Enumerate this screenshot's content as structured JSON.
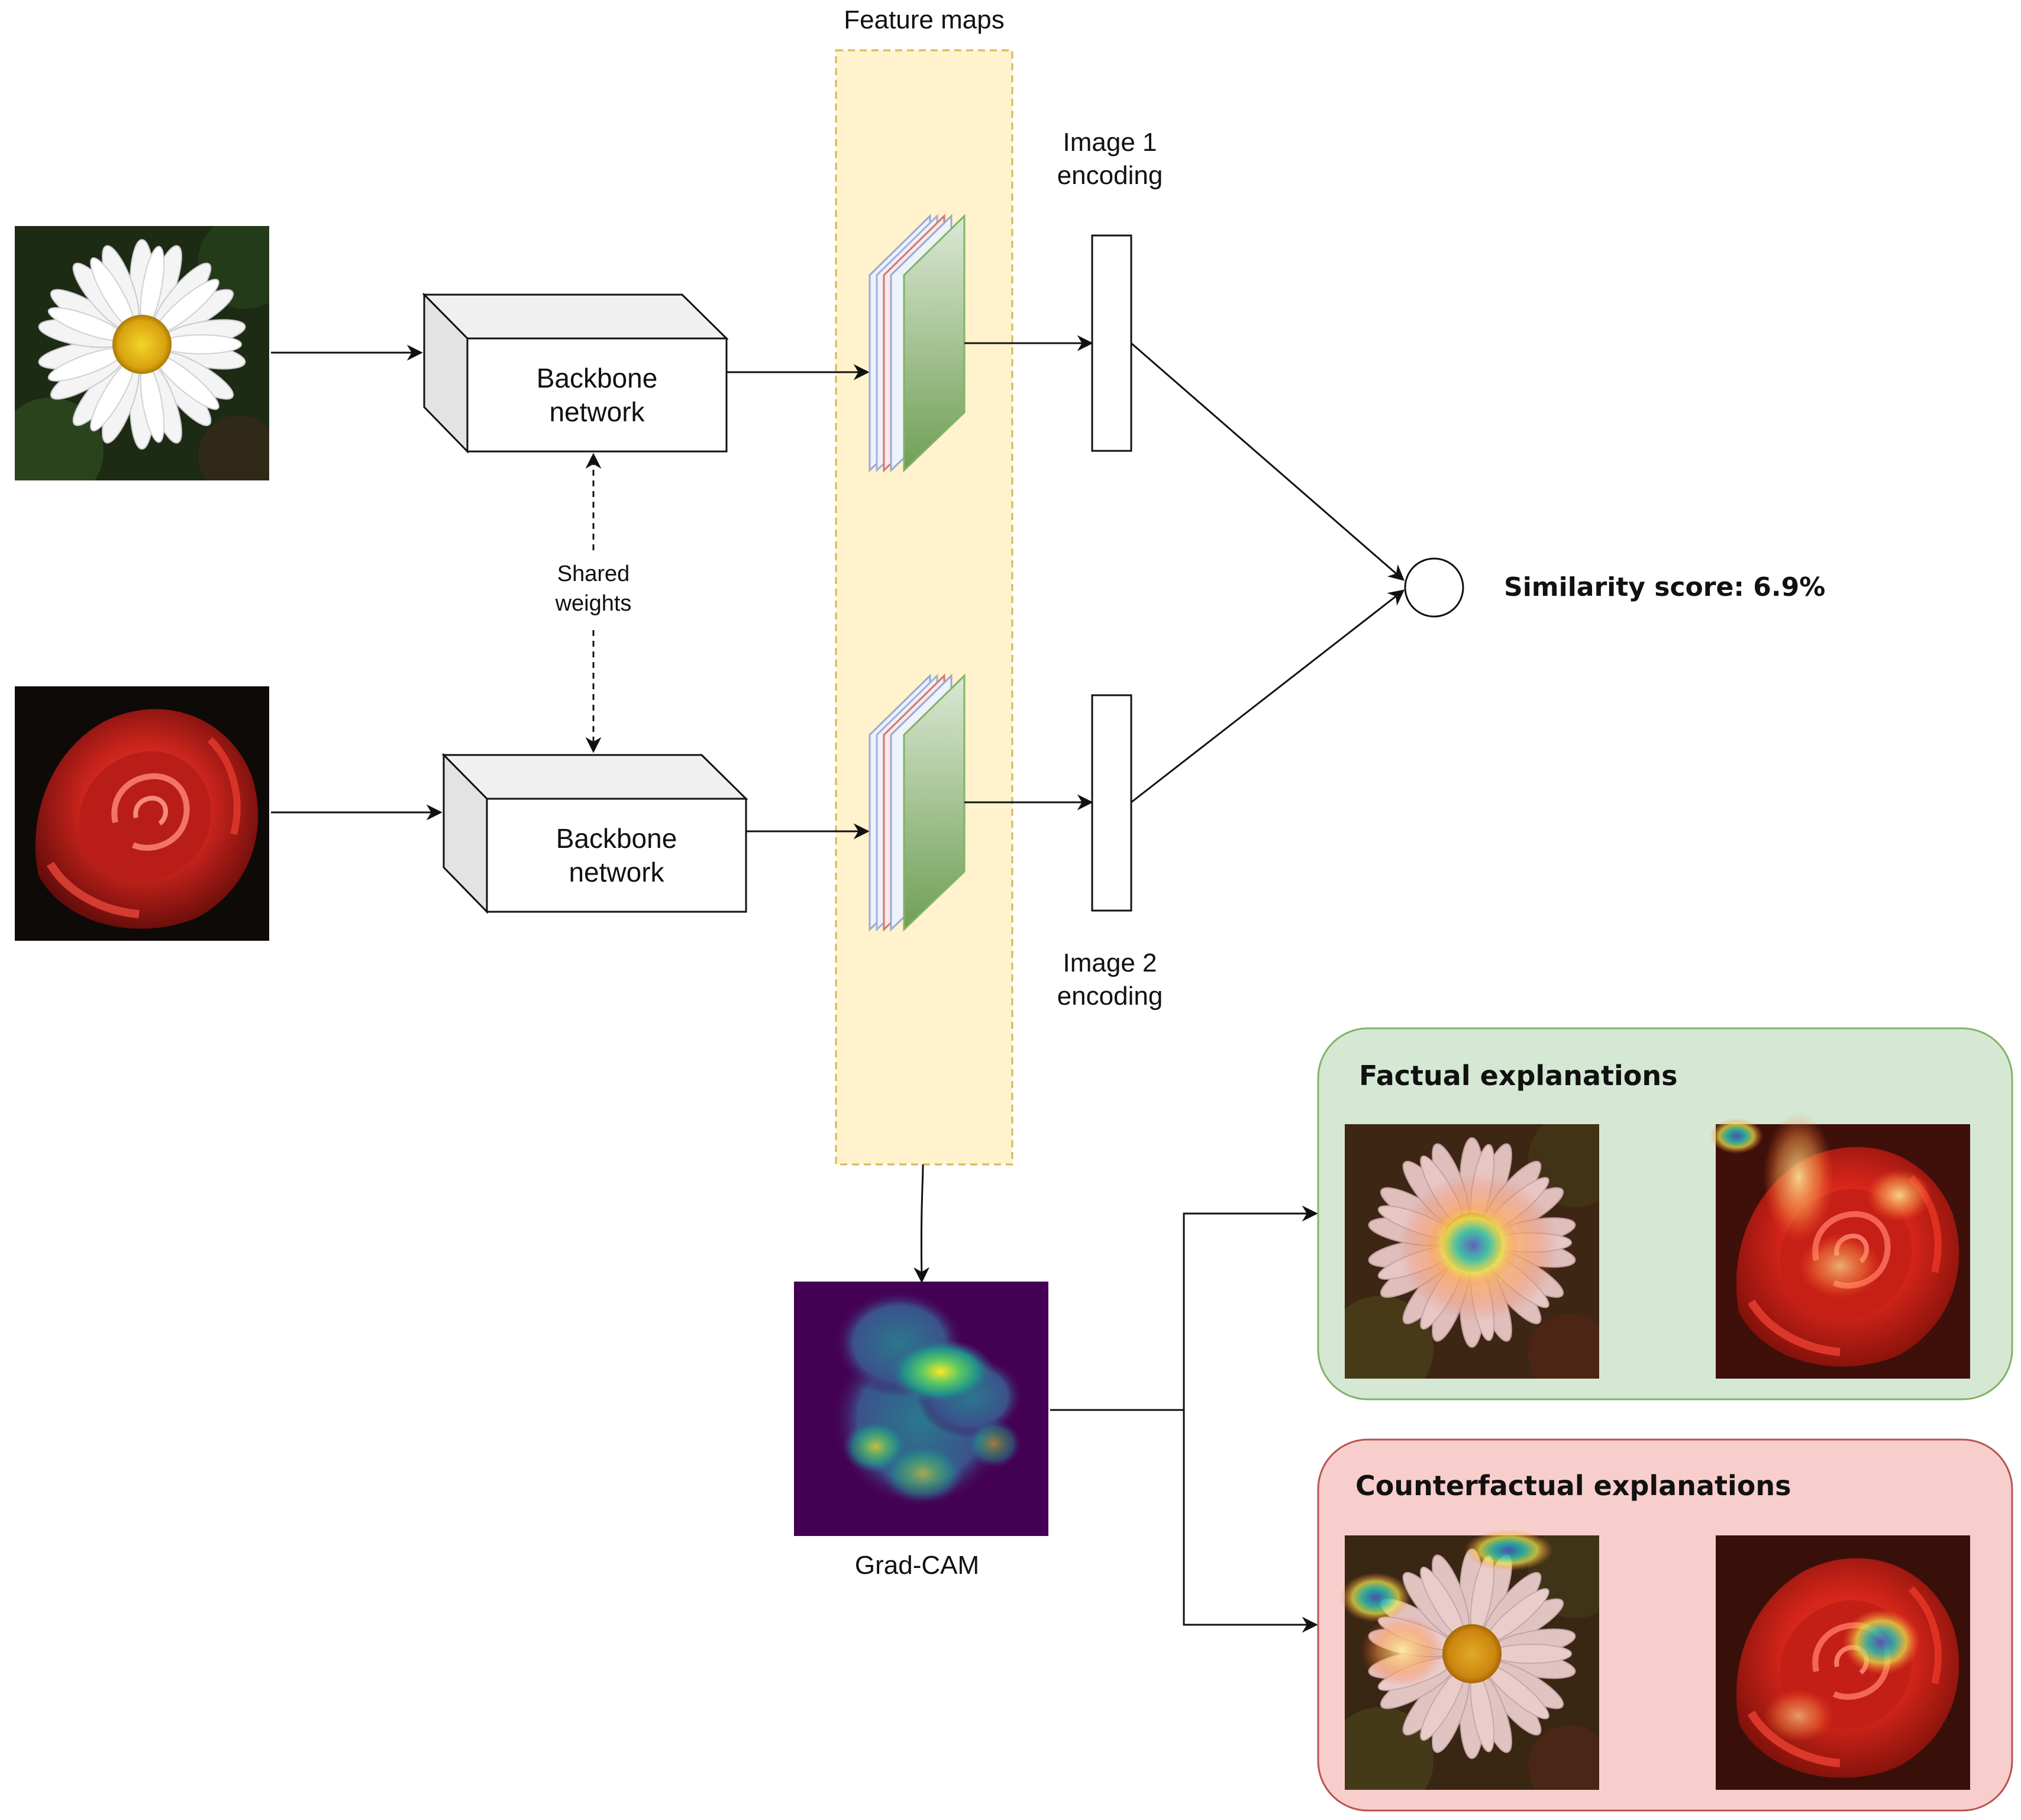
{
  "labels": {
    "feature_maps": "Feature maps",
    "image1_encoding": [
      "Image 1",
      "encoding"
    ],
    "image2_encoding": [
      "Image 2",
      "encoding"
    ],
    "backbone_top": [
      "Backbone",
      "network"
    ],
    "backbone_bottom": [
      "Backbone",
      "network"
    ],
    "shared_weights": [
      "Shared",
      "weights"
    ],
    "similarity_score": "Similarity score: 6.9%",
    "grad_cam": "Grad-CAM",
    "factual_title": "Factual explanations",
    "counterfactual_title": "Counterfactual explanations"
  },
  "images": {
    "input_1": "daisy-photo",
    "input_2": "red-rose-photo",
    "grad_cam": "grad-cam-heatmap",
    "factual": [
      "daisy-heatmap-overlay",
      "rose-heatmap-overlay"
    ],
    "counterfactual": [
      "daisy-heatmap-overlay",
      "rose-heatmap-overlay"
    ]
  },
  "colors": {
    "feature_panel_fill": "#fff2cc",
    "feature_panel_stroke": "#d6b656",
    "factual_fill": "#d5e8d4",
    "factual_stroke": "#82b366",
    "counterfactual_fill": "#f8cecc",
    "counterfactual_stroke": "#b85450",
    "feature_map_green": "#82b366",
    "viridis_dark": "#440154",
    "viridis_yellow": "#fde725"
  }
}
